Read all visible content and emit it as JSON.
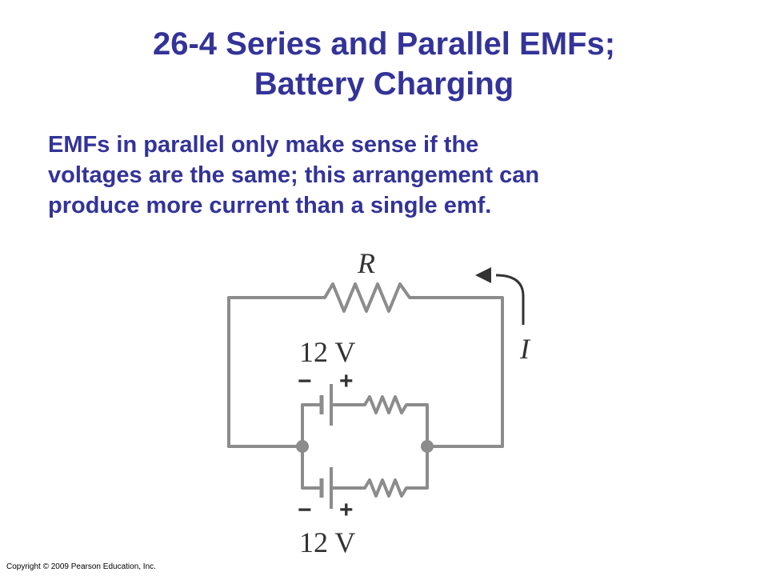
{
  "slide": {
    "title_line1": "26-4 Series and Parallel EMFs;",
    "title_line2": "Battery Charging",
    "body_lines": [
      "EMFs in parallel only make sense if the",
      "voltages are the same; this arrangement can",
      "produce more current than a single emf."
    ],
    "copyright": "Copyright © 2009 Pearson Education, Inc."
  },
  "diagram": {
    "resistor_label": "R",
    "current_label": "I",
    "battery_top": {
      "voltage": "12 V",
      "minus": "−",
      "plus": "+"
    },
    "battery_bottom": {
      "voltage": "12 V",
      "minus": "−",
      "plus": "+"
    }
  },
  "colors": {
    "title": "#333399",
    "wire": "#8c8c8c",
    "label": "#333333"
  }
}
